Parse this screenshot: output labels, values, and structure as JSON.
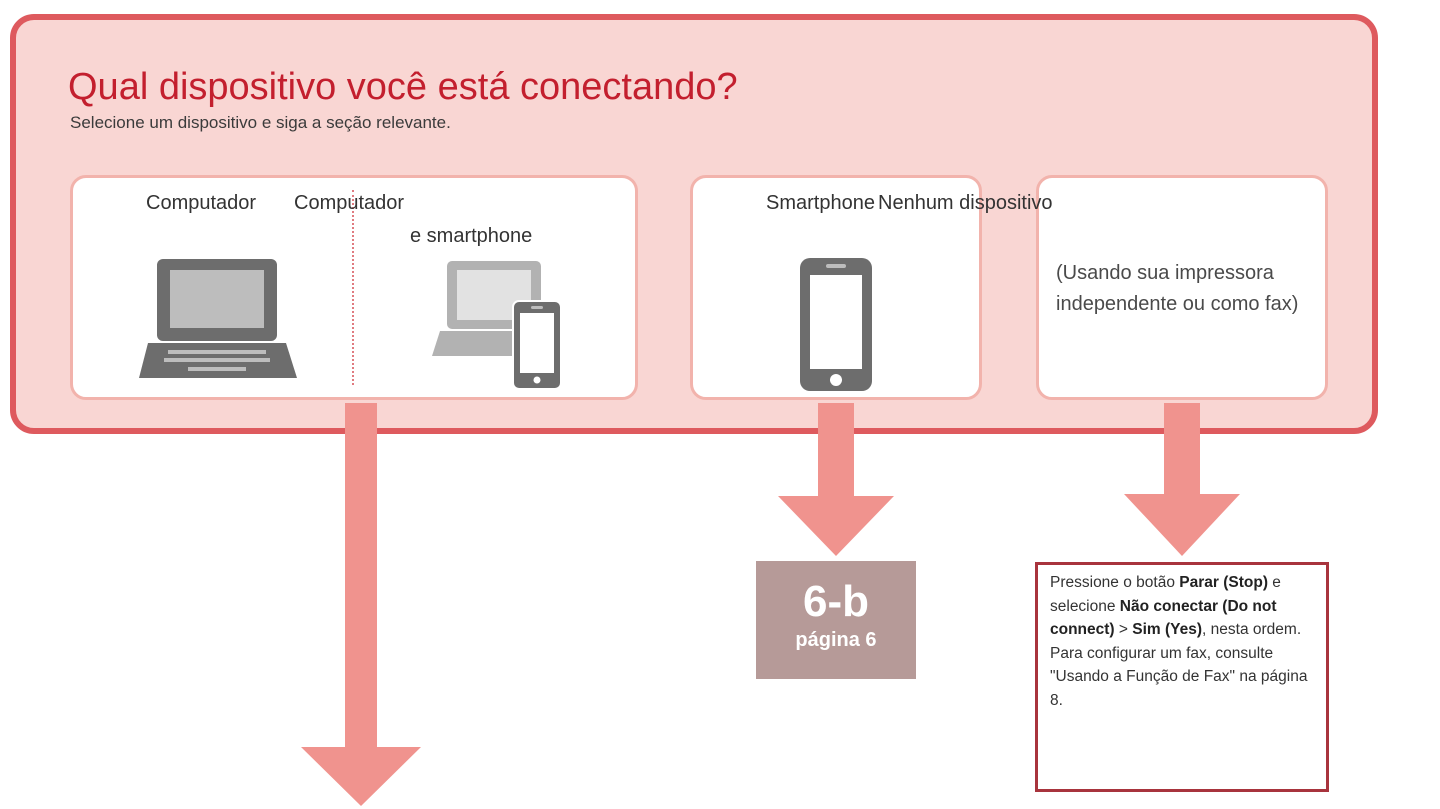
{
  "header": {
    "title": "Qual dispositivo você está conectando?",
    "subtitle": "Selecione um dispositivo e siga a seção relevante."
  },
  "options": {
    "computer_label": "Computador",
    "computer_smartphone_label_line1": "Computador",
    "computer_smartphone_label_line2": "e smartphone",
    "smartphone_label": "Smartphone",
    "no_device_label": "Nenhum dispositivo",
    "no_device_note": "(Usando sua impressora independente ou como fax)"
  },
  "destinations": {
    "smartphone_code": "6-b",
    "smartphone_page": "página 6",
    "no_device_instructions": {
      "t1": "Pressione o botão ",
      "b1": "Parar (Stop)",
      "t2": " e selecione ",
      "b2": "Não conectar (Do not connect)",
      "t3": " > ",
      "b3": "Sim (Yes)",
      "t4": ", nesta ordem. Para configurar um fax, consulte \"Usando a Função de Fax\" na página 8."
    }
  },
  "colors": {
    "panel_fill": "#f9d6d3",
    "panel_border": "#de5a5e",
    "title": "#c31f2e",
    "arrow": "#f0938e",
    "code_box": "#b69a98",
    "icon": "#6d6d6d"
  }
}
